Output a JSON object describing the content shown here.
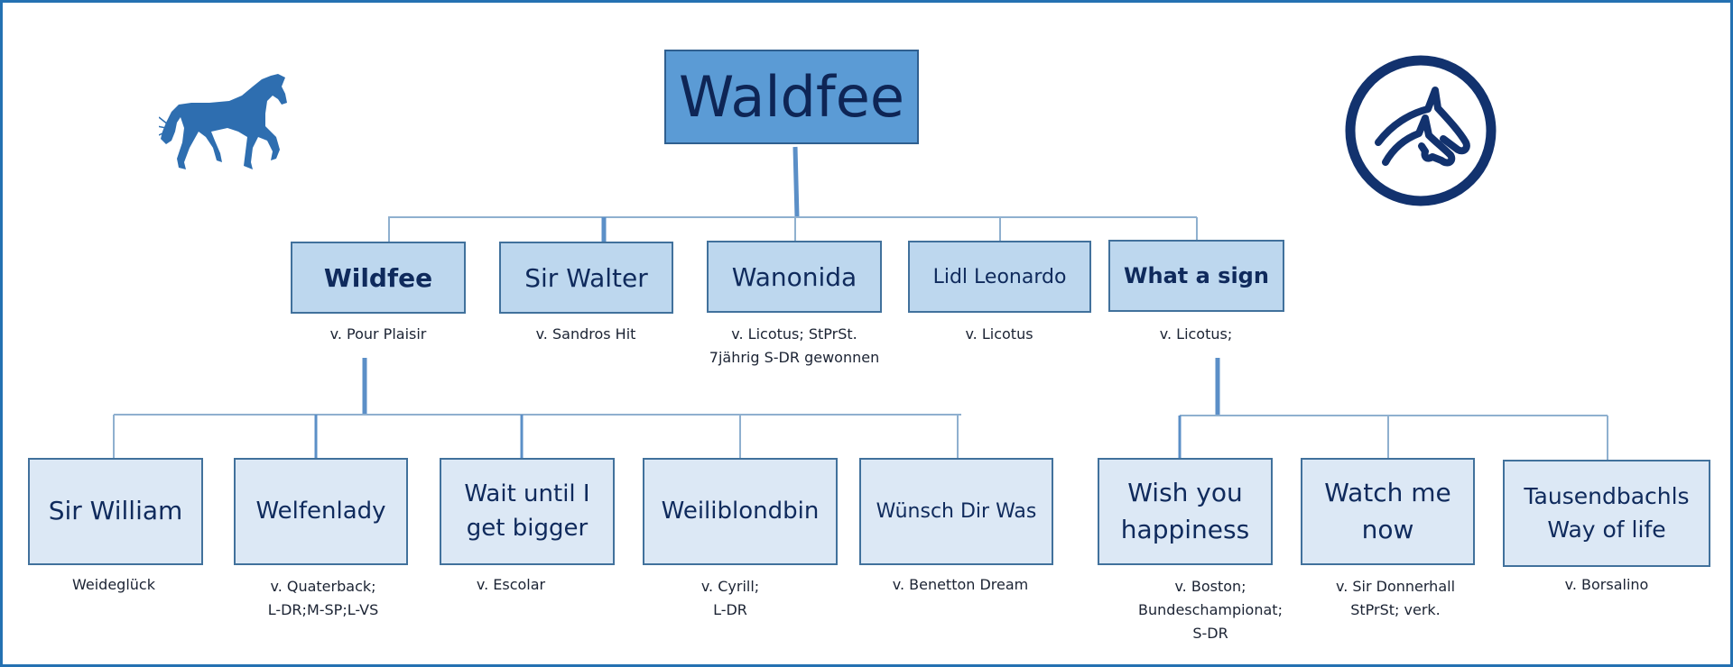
{
  "colors": {
    "frame": "#2471b2",
    "root_fill": "#5b9bd5",
    "child_fill": "#bdd7ee",
    "grandchild_fill": "#dce8f5",
    "text": "#0f2a5c",
    "line": "#7fa7cc",
    "thick_line": "#5b8fc7",
    "logo": "#12326e",
    "horse": "#2e6eb0"
  },
  "icons": {
    "left": "horse-silhouette-icon",
    "right": "horse-heads-circle-logo-icon"
  },
  "root": {
    "name": "Waldfee"
  },
  "children": [
    {
      "name": "Wildfee",
      "bold": true,
      "note": "v. Pour Plaisir"
    },
    {
      "name": "Sir Walter",
      "bold": false,
      "note": "v. Sandros Hit"
    },
    {
      "name": "Wanonida",
      "bold": false,
      "note": "v. Licotus; StPrSt.\n7jährig S-DR gewonnen"
    },
    {
      "name": "Lidl Leonardo",
      "bold": false,
      "note": "v. Licotus"
    },
    {
      "name": "What a sign",
      "bold": true,
      "note": "v. Licotus;"
    }
  ],
  "grandchildren_wildfee": [
    {
      "name": "Sir William",
      "note": "Weideglück"
    },
    {
      "name": "Welfenlady",
      "note": "v. Quaterback;\nL-DR;M-SP;L-VS"
    },
    {
      "name": "Wait until I\nget bigger",
      "note": "v. Escolar"
    },
    {
      "name": "Weiliblondbin",
      "note": "v. Cyrill;\nL-DR"
    },
    {
      "name": "Wünsch Dir Was",
      "note": "v. Benetton Dream"
    }
  ],
  "grandchildren_what_a_sign": [
    {
      "name": "Wish you\nhappiness",
      "note": "v. Boston;\nBundeschampionat;\nS-DR"
    },
    {
      "name": "Watch me\nnow",
      "note": "v. Sir Donnerhall\nStPrSt; verk."
    },
    {
      "name": "Tausendbachls\nWay of life",
      "note": "v. Borsalino"
    }
  ]
}
